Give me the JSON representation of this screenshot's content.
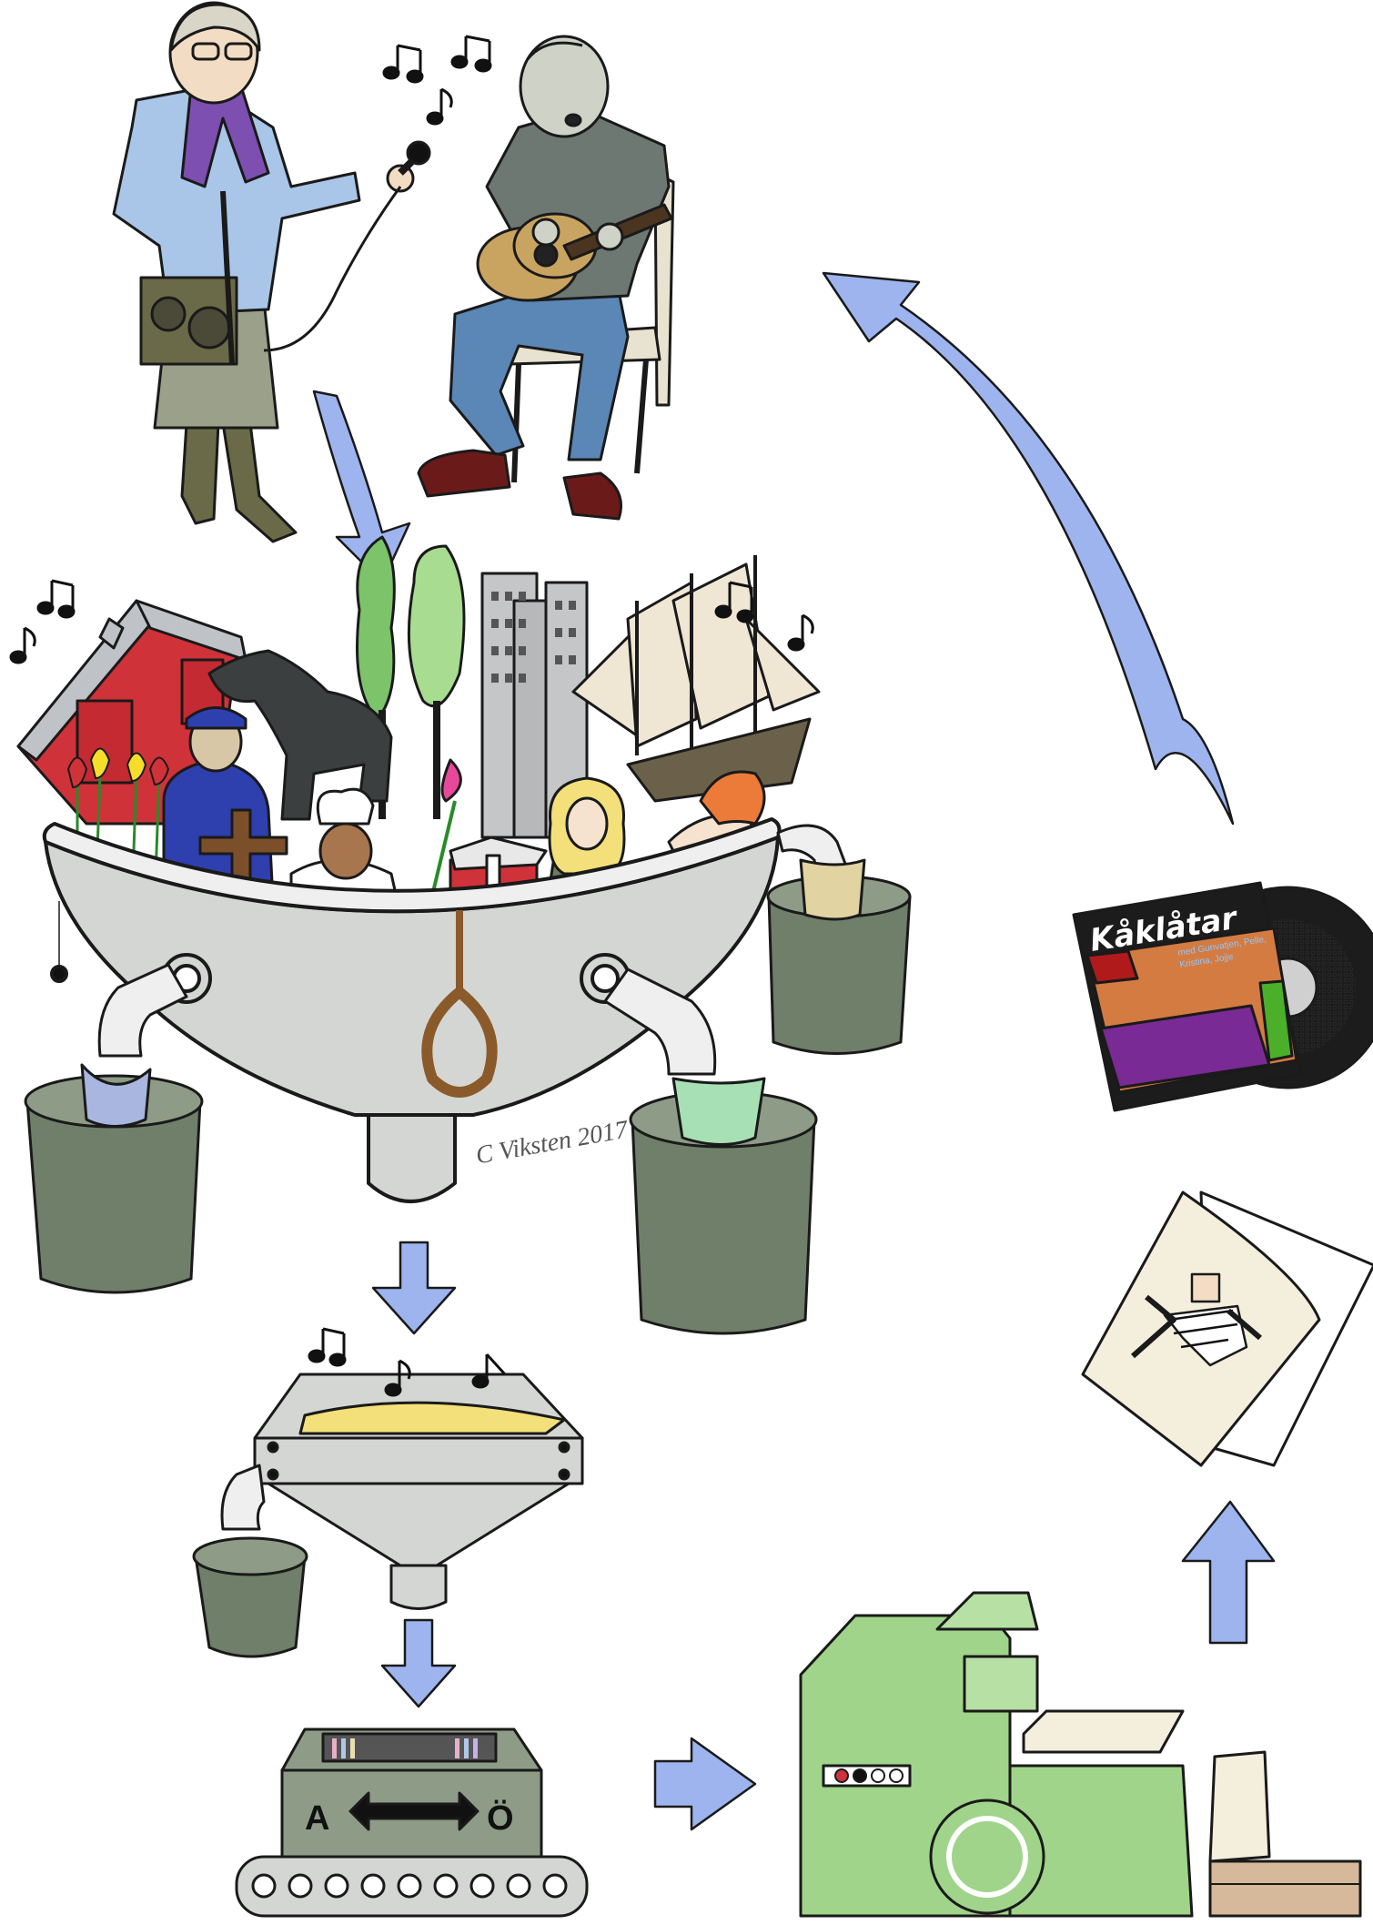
{
  "signature": "C Viksten 2017",
  "sorter": {
    "left_letter": "A",
    "right_letter": "Ö"
  },
  "album": {
    "title": "Kåklåtar",
    "subtitle_line1": "med Gunvatjen, Pelle,",
    "subtitle_line2": "Kristina, Jojje"
  },
  "colors": {
    "arrow": "#9db4ee",
    "bowl": "#d4d6d4",
    "bucket": "#6f7f6a",
    "machine": "#9fd48a",
    "barn": "#d0323a",
    "outline": "#1a1a1a"
  }
}
